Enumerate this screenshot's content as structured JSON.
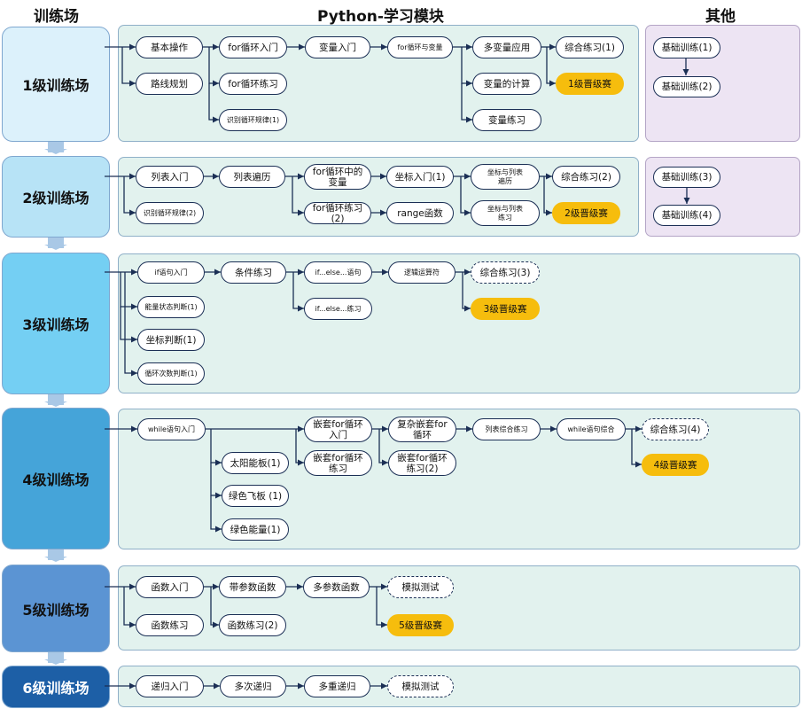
{
  "headers": {
    "levels": "训练场",
    "python": "Python-学习模块",
    "other": "其他"
  },
  "levels": [
    {
      "name": "1级训练场",
      "color": "#dcf1fb"
    },
    {
      "name": "2级训练场",
      "color": "#b7e3f6"
    },
    {
      "name": "3级训练场",
      "color": "#74cff3"
    },
    {
      "name": "4级训练场",
      "color": "#45a4d9"
    },
    {
      "name": "5级训练场",
      "color": "#5b94d3"
    },
    {
      "name": "6级训练场",
      "color": "#1d5fa6"
    }
  ],
  "level1": {
    "basic_ops": "基本操作",
    "route_planning": "路线规划",
    "for_loop_intro": "for循环入门",
    "for_loop_practice": "for循环练习",
    "loop_rules": "识别循环规律(1)",
    "var_intro": "变量入门",
    "for_loop_and_var": "for循环与变量",
    "multi_var_apply": "多变量应用",
    "var_calc": "变量的计算",
    "var_practice": "变量练习",
    "comprehensive": "综合练习(1)",
    "promotion": "1级晋级赛"
  },
  "level2": {
    "list_intro": "列表入门",
    "loop_rules": "识别循环规律(2)",
    "list_traverse": "列表遍历",
    "var_in_for": "for循环中的\n变量",
    "for_practice": "for循环练习(2)",
    "coord_intro": "坐标入门(1)",
    "range_func": "range函数",
    "coord_list_traverse": "坐标与列表\n遍历",
    "coord_list_practice": "坐标与列表\n练习",
    "comprehensive": "综合练习(2)",
    "promotion": "2级晋级赛"
  },
  "level3": {
    "if_intro": "if语句入门",
    "energy_judge": "能量状态判断(1)",
    "coord_judge": "坐标判断(1)",
    "loop_count_judge": "循环次数判断(1)",
    "cond_practice": "条件练习",
    "ifelse_stmt": "if...else...语句",
    "ifelse_practice": "if...else...练习",
    "logic_ops": "逻辑运算符",
    "comprehensive": "综合练习(3)",
    "promotion": "3级晋级赛"
  },
  "level4": {
    "while_intro": "while语句入门",
    "solar_panel": "太阳能板(1)",
    "green_board": "绿色飞板 (1)",
    "green_energy": "绿色能量(1)",
    "nested_for_intro": "嵌套for循环\n入门",
    "nested_for_practice": "嵌套for循环\n练习",
    "complex_nested": "复杂嵌套for\n循环",
    "nested_for_practice2": "嵌套for循环\n练习(2)",
    "list_comprehensive": "列表综合练习",
    "while_comprehensive": "while语句综合",
    "comprehensive": "综合练习(4)",
    "promotion": "4级晋级赛"
  },
  "level5": {
    "func_intro": "函数入门",
    "func_practice": "函数练习",
    "param_func": "带参数函数",
    "func_practice2": "函数练习(2)",
    "multi_param_func": "多参数函数",
    "mock_test": "模拟测试",
    "promotion": "5级晋级赛"
  },
  "level6": {
    "recursion_intro": "递归入门",
    "multi_recursion": "多次递归",
    "multiple_recursion": "多重递归",
    "mock_test": "模拟测试"
  },
  "other": {
    "basic1": "基础训练(1)",
    "basic2": "基础训练(2)",
    "basic3": "基础训练(3)",
    "basic4": "基础训练(4)"
  }
}
